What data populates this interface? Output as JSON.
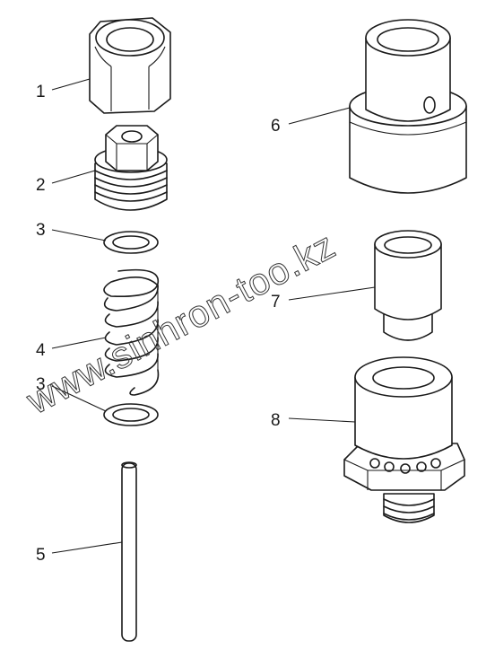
{
  "callouts": [
    {
      "id": "1",
      "part": "hex nut"
    },
    {
      "id": "2",
      "part": "threaded plug"
    },
    {
      "id": "3",
      "part": "washer (upper)"
    },
    {
      "id": "4",
      "part": "spring"
    },
    {
      "id": "3",
      "part": "washer (lower)"
    },
    {
      "id": "5",
      "part": "pin"
    },
    {
      "id": "6",
      "part": "sleeve"
    },
    {
      "id": "7",
      "part": "bushing"
    },
    {
      "id": "8",
      "part": "valve body"
    }
  ],
  "watermark": "www.sinhron-too.kz",
  "colors": {
    "ink": "#1a1a1a",
    "paper": "#ffffff"
  }
}
